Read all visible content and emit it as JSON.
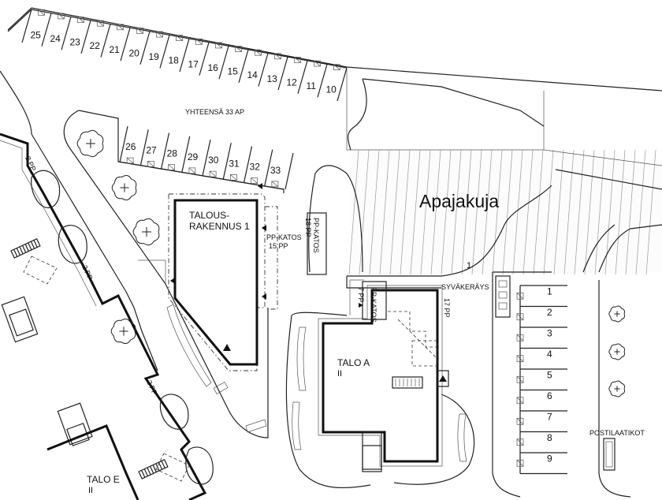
{
  "street_name": "Apajakuja",
  "street_number": "1",
  "parking_total": "YHTEENSÄ 33 AP",
  "spots_top": [
    "25",
    "24",
    "23",
    "22",
    "21",
    "20",
    "19",
    "18",
    "17",
    "16",
    "15",
    "14",
    "13",
    "12",
    "11",
    "10"
  ],
  "spots_middle": [
    "26",
    "27",
    "28",
    "29",
    "30",
    "31",
    "32",
    "33"
  ],
  "spots_right": [
    "1",
    "2",
    "3",
    "4",
    "5",
    "6",
    "7",
    "8",
    "9"
  ],
  "buildings": {
    "talous_line1": "TALOUS-",
    "talous_line2": "RAKENNUS 1",
    "talo_a": "TALO A",
    "talo_a_floors": "II",
    "talo_e": "TALO E",
    "talo_e_floors": "II"
  },
  "labels": {
    "pp_katos_15_line1": "PP-KATOS",
    "pp_katos_15_line2": "15 PP",
    "pp_katos_18_line1": "PP-KATOS",
    "pp_katos_18_line2": "18 PP",
    "pp_katos_7_line1": "PP-KATOS",
    "pp_katos_7_line2": "7 PP",
    "pp_17": "17 PP",
    "pp_2_a": "2 PP",
    "pp_2_b": "2 PP",
    "pp_2_c": "2 PP",
    "syvakerays": "SYVÄKERÄYS",
    "postilaatikot": "POSTILAATIKOT"
  }
}
